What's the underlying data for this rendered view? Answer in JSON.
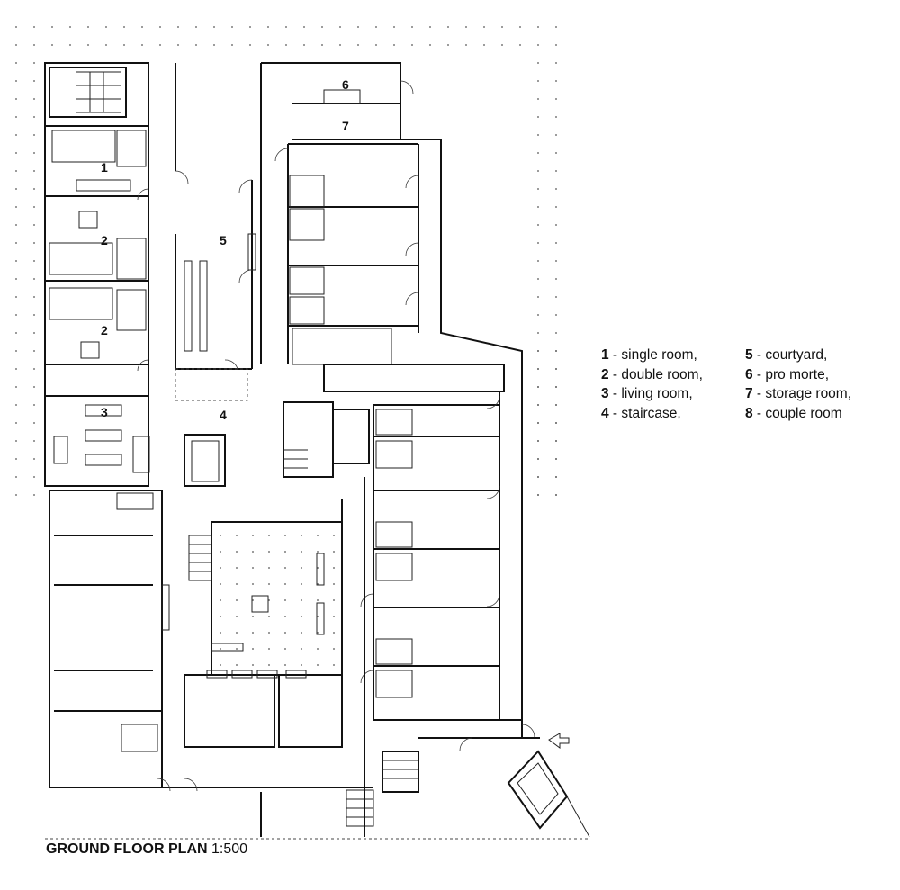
{
  "rooms": {
    "r1": "1",
    "r2a": "2",
    "r2b": "2",
    "r3": "3",
    "r4": "4",
    "r5": "5",
    "r6": "6",
    "r7": "7"
  },
  "legend": {
    "items": [
      {
        "num": "1",
        "text": " - single room,"
      },
      {
        "num": "2",
        "text": " - double room,"
      },
      {
        "num": "3",
        "text": " - living room,"
      },
      {
        "num": "4",
        "text": " - staircase,"
      },
      {
        "num": "5",
        "text": " - courtyard,"
      },
      {
        "num": "6",
        "text": " - pro morte,"
      },
      {
        "num": "7",
        "text": " - storage room,"
      },
      {
        "num": "8",
        "text": " - couple room"
      }
    ]
  },
  "title": {
    "main": "GROUND FLOOR PLAN",
    "scale": " 1:500"
  }
}
